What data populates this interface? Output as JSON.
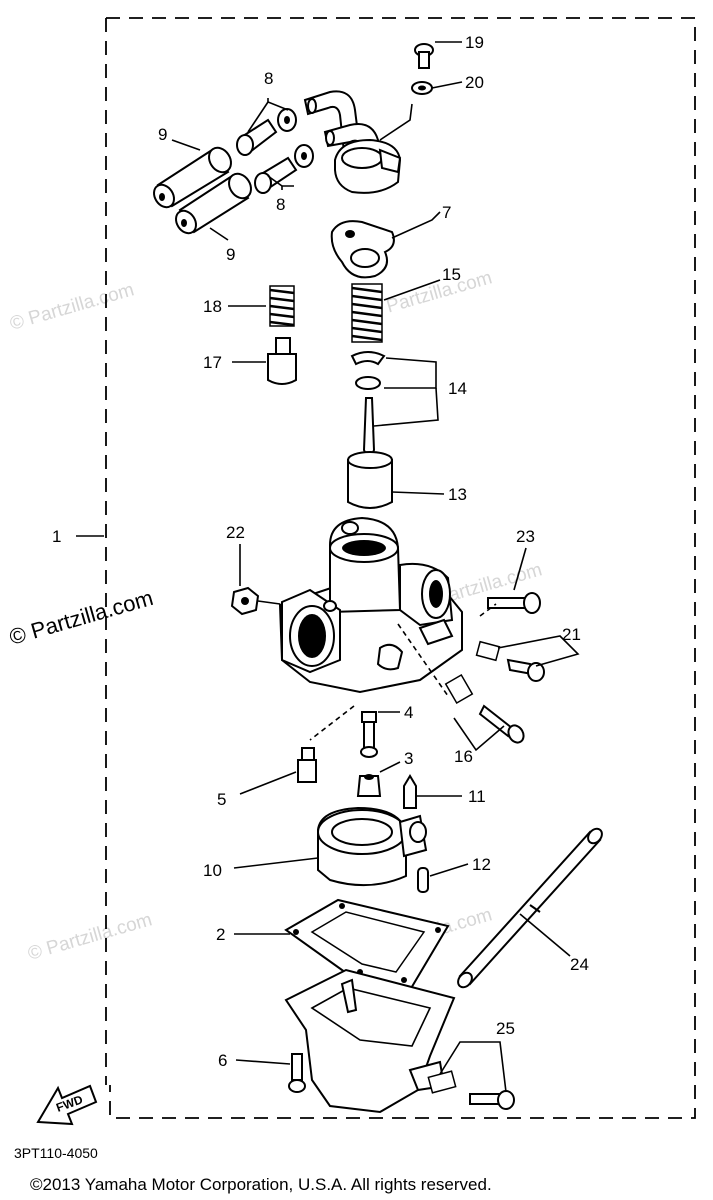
{
  "diagram": {
    "part_labels": {
      "p1": "1",
      "p2": "2",
      "p3": "3",
      "p4": "4",
      "p5": "5",
      "p6": "6",
      "p7": "7",
      "p8a": "8",
      "p8b": "8",
      "p9a": "9",
      "p9b": "9",
      "p10": "10",
      "p11": "11",
      "p12": "12",
      "p13": "13",
      "p14": "14",
      "p15": "15",
      "p16": "16",
      "p17": "17",
      "p18": "18",
      "p19": "19",
      "p20": "20",
      "p21": "21",
      "p22": "22",
      "p23": "23",
      "p24": "24",
      "p25": "25"
    },
    "fwd_label": "FWD",
    "diagram_code": "3PT110-4050",
    "copyright": "©2013  Yamaha Motor Corporation, U.S.A. All rights reserved.",
    "watermarks": {
      "w1": "© Partzilla.com",
      "w2": "© Partzilla.com",
      "w3": "© Partzilla.com",
      "w4": "© Partzilla.com",
      "w5": "© Partzilla.com",
      "w6": "© Partzilla.com"
    }
  }
}
